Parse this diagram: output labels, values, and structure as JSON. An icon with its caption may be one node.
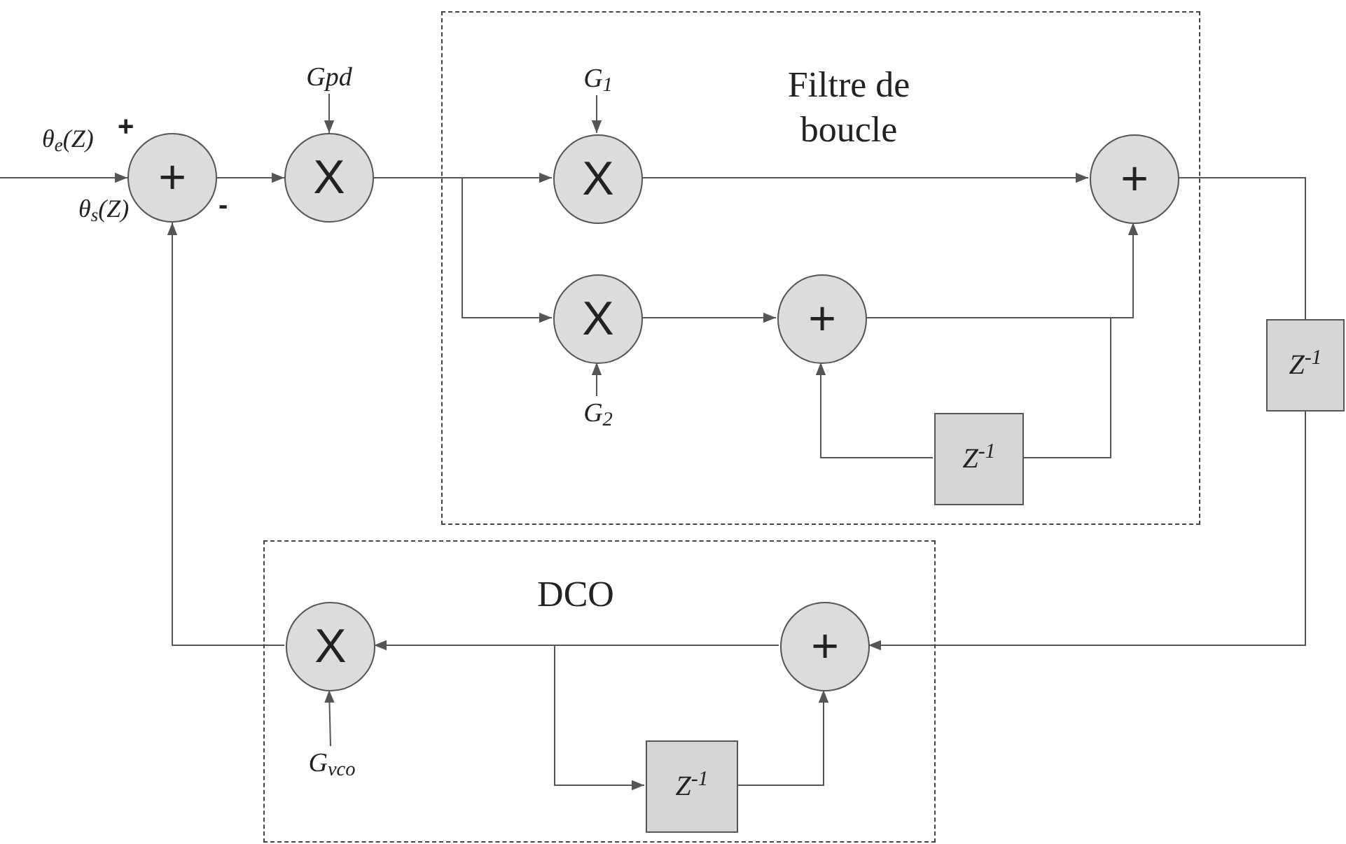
{
  "diagram": {
    "nodes": [
      {
        "text": [
          "+"
        ]
      },
      {
        "text": [
          "Gpd"
        ]
      },
      {
        "text": [
          "X"
        ]
      },
      {
        "text": [
          "Filtre de boucle"
        ]
      },
      {
        "text": [
          "G$_{1}$"
        ],
        "in": 3
      },
      {
        "text": [
          "X"
        ],
        "in": 3
      },
      {
        "text": [
          "+"
        ],
        "in": 3
      },
      {
        "text": [
          "X"
        ],
        "in": 3
      },
      {
        "text": [
          "G$_{2}$"
        ],
        "in": 3
      },
      {
        "text": [
          "+"
        ],
        "in": 3
      },
      {
        "text": [
          "Z$^{-1}$"
        ],
        "in": 3
      },
      {
        "text": [
          "Z$^{-1}$"
        ]
      },
      {
        "text": [
          "DCO"
        ]
      },
      {
        "text": [
          "X"
        ],
        "in": 12
      },
      {
        "text": [
          "G$_{vco}$"
        ],
        "in": 12
      },
      {
        "text": [
          "+"
        ],
        "in": 12
      },
      {
        "text": [
          "Z$^{-1}$"
        ],
        "in": 12
      }
    ],
    "edges": [
      {
        "from": null,
        "to": 0,
        "arrow": "to"
      },
      {
        "from": 0,
        "to": 2,
        "arrow": "to"
      },
      {
        "from": 1,
        "to": 2,
        "arrow": "to"
      },
      {
        "from": 2,
        "to": 5,
        "arrow": "to"
      },
      {
        "from": 2,
        "to": 7,
        "arrow": "to"
      },
      {
        "from": 4,
        "to": 5,
        "arrow": "to"
      },
      {
        "from": 5,
        "to": 6,
        "arrow": "to"
      },
      {
        "from": 8,
        "to": 7,
        "arrow": "to"
      },
      {
        "from": 7,
        "to": 9,
        "arrow": "to"
      },
      {
        "from": 9,
        "to": 6,
        "arrow": "to"
      },
      {
        "from": 9,
        "to": 10,
        "arrow": "none"
      },
      {
        "from": 10,
        "to": 9,
        "arrow": "to"
      },
      {
        "from": 6,
        "to": 11,
        "arrow": "none"
      },
      {
        "from": 11,
        "to": 15,
        "arrow": "to"
      },
      {
        "from": 15,
        "to": 13,
        "arrow": "to"
      },
      {
        "from": 15,
        "to": 16,
        "arrow": "to"
      },
      {
        "from": 16,
        "to": 15,
        "arrow": "to"
      },
      {
        "from": 14,
        "to": 13,
        "arrow": "to"
      },
      {
        "from": 13,
        "to": 0,
        "arrow": "to"
      }
    ],
    "labels": [
      "θ$_{e}$(Z)",
      "+",
      "θ$_{s}$(Z)",
      "-"
    ]
  }
}
